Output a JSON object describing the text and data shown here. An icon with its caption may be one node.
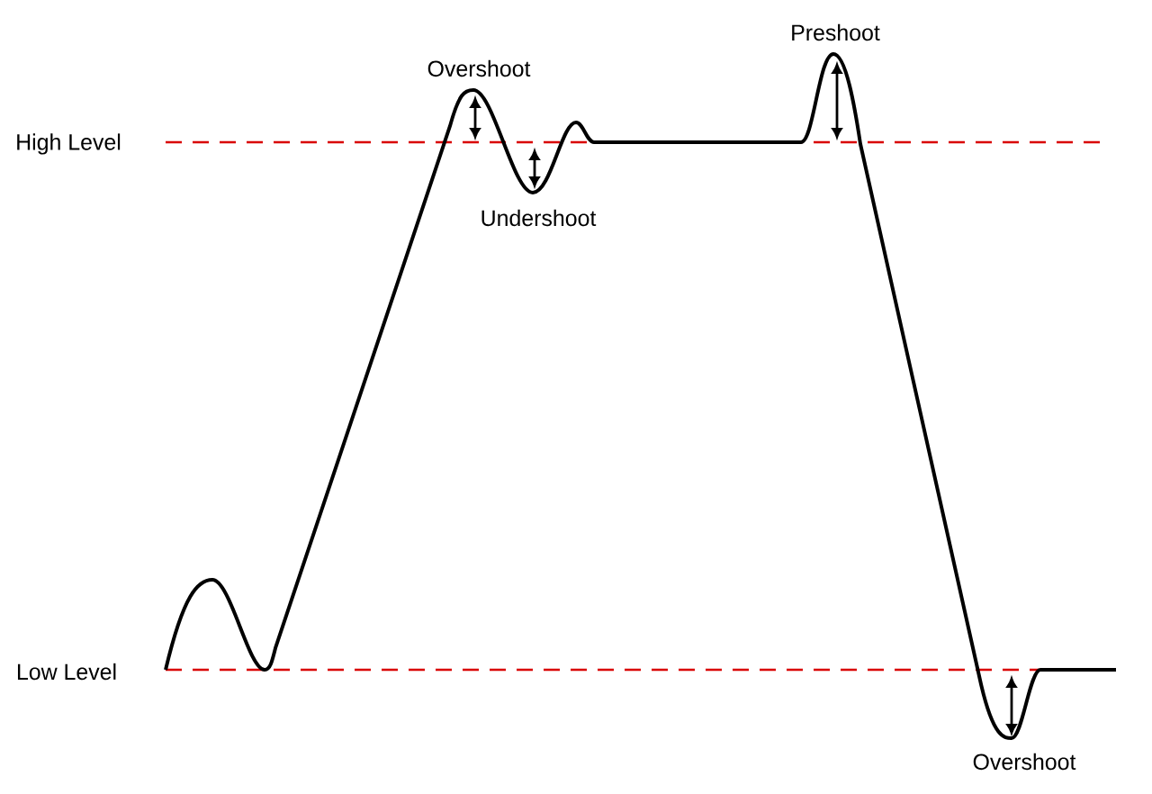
{
  "diagram": {
    "labels": [
      "Preshoot",
      "Overshoot",
      "High Level",
      "Undershoot",
      "Low Level",
      "Overshoot"
    ]
  }
}
